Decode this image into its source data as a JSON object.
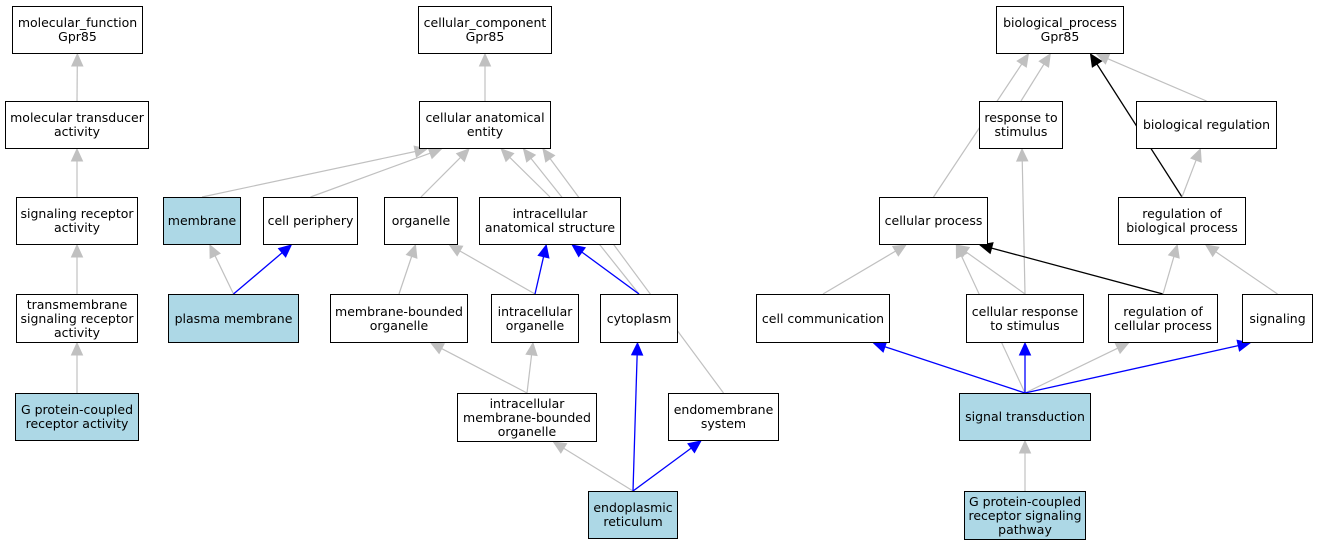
{
  "colors": {
    "highlight": "#add8e6",
    "edge_gray": "#c0c0c0",
    "edge_blue": "#0000ff",
    "edge_black": "#000000"
  },
  "nodes": {
    "mf": {
      "label": "molecular_function\nGpr85",
      "highlight": false
    },
    "mta": {
      "label": "molecular transducer\nactivity",
      "highlight": false
    },
    "sra": {
      "label": "signaling receptor\nactivity",
      "highlight": false
    },
    "tsra": {
      "label": "transmembrane\nsignaling receptor\nactivity",
      "highlight": false
    },
    "gpcra": {
      "label": "G protein-coupled\nreceptor activity",
      "highlight": true
    },
    "cc": {
      "label": "cellular_component\nGpr85",
      "highlight": false
    },
    "cae": {
      "label": "cellular anatomical\nentity",
      "highlight": false
    },
    "mem": {
      "label": "membrane",
      "highlight": true
    },
    "cp": {
      "label": "cell periphery",
      "highlight": false
    },
    "org": {
      "label": "organelle",
      "highlight": false
    },
    "ias": {
      "label": "intracellular\nanatomical structure",
      "highlight": false
    },
    "pm": {
      "label": "plasma membrane",
      "highlight": true
    },
    "mbo": {
      "label": "membrane-bounded\norganelle",
      "highlight": false
    },
    "io": {
      "label": "intracellular\norganelle",
      "highlight": false
    },
    "cyto": {
      "label": "cytoplasm",
      "highlight": false
    },
    "imbo": {
      "label": "intracellular\nmembrane-bounded\norganelle",
      "highlight": false
    },
    "ems": {
      "label": "endomembrane\nsystem",
      "highlight": false
    },
    "er": {
      "label": "endoplasmic\nreticulum",
      "highlight": true
    },
    "bp": {
      "label": "biological_process\nGpr85",
      "highlight": false
    },
    "rts": {
      "label": "response to\nstimulus",
      "highlight": false
    },
    "br": {
      "label": "biological regulation",
      "highlight": false
    },
    "cellp": {
      "label": "cellular process",
      "highlight": false
    },
    "rbp": {
      "label": "regulation of\nbiological process",
      "highlight": false
    },
    "ccom": {
      "label": "cell communication",
      "highlight": false
    },
    "crs": {
      "label": "cellular response\nto stimulus",
      "highlight": false
    },
    "rcp": {
      "label": "regulation of\ncellular process",
      "highlight": false
    },
    "sig": {
      "label": "signaling",
      "highlight": false
    },
    "st": {
      "label": "signal transduction",
      "highlight": true
    },
    "gpcrsp": {
      "label": "G protein-coupled\nreceptor signaling\npathway",
      "highlight": true
    }
  },
  "edges": [
    {
      "from": "mta",
      "to": "mf",
      "color": "gray"
    },
    {
      "from": "sra",
      "to": "mta",
      "color": "gray"
    },
    {
      "from": "tsra",
      "to": "sra",
      "color": "gray"
    },
    {
      "from": "gpcra",
      "to": "tsra",
      "color": "gray"
    },
    {
      "from": "cae",
      "to": "cc",
      "color": "gray"
    },
    {
      "from": "mem",
      "to": "cae",
      "color": "gray"
    },
    {
      "from": "cp",
      "to": "cae",
      "color": "gray"
    },
    {
      "from": "org",
      "to": "cae",
      "color": "gray"
    },
    {
      "from": "ias",
      "to": "cae",
      "color": "gray"
    },
    {
      "from": "cyto",
      "to": "cae",
      "color": "gray"
    },
    {
      "from": "ems",
      "to": "cae",
      "color": "gray"
    },
    {
      "from": "pm",
      "to": "mem",
      "color": "gray"
    },
    {
      "from": "pm",
      "to": "cp",
      "color": "blue"
    },
    {
      "from": "mbo",
      "to": "org",
      "color": "gray"
    },
    {
      "from": "io",
      "to": "org",
      "color": "gray"
    },
    {
      "from": "io",
      "to": "ias",
      "color": "blue"
    },
    {
      "from": "cyto",
      "to": "ias",
      "color": "blue"
    },
    {
      "from": "imbo",
      "to": "mbo",
      "color": "gray"
    },
    {
      "from": "imbo",
      "to": "io",
      "color": "gray"
    },
    {
      "from": "er",
      "to": "imbo",
      "color": "gray"
    },
    {
      "from": "er",
      "to": "cyto",
      "color": "blue"
    },
    {
      "from": "er",
      "to": "ems",
      "color": "blue"
    },
    {
      "from": "cellp",
      "to": "bp",
      "color": "gray"
    },
    {
      "from": "rts",
      "to": "bp",
      "color": "gray"
    },
    {
      "from": "br",
      "to": "bp",
      "color": "gray"
    },
    {
      "from": "rbp",
      "to": "bp",
      "color": "black"
    },
    {
      "from": "rbp",
      "to": "br",
      "color": "gray"
    },
    {
      "from": "ccom",
      "to": "cellp",
      "color": "gray"
    },
    {
      "from": "crs",
      "to": "cellp",
      "color": "gray"
    },
    {
      "from": "crs",
      "to": "rts",
      "color": "gray"
    },
    {
      "from": "rcp",
      "to": "cellp",
      "color": "black"
    },
    {
      "from": "rcp",
      "to": "rbp",
      "color": "gray"
    },
    {
      "from": "sig",
      "to": "rbp",
      "color": "gray"
    },
    {
      "from": "st",
      "to": "cellp",
      "color": "gray"
    },
    {
      "from": "st",
      "to": "ccom",
      "color": "blue"
    },
    {
      "from": "st",
      "to": "crs",
      "color": "blue"
    },
    {
      "from": "st",
      "to": "rcp",
      "color": "gray"
    },
    {
      "from": "st",
      "to": "sig",
      "color": "blue"
    },
    {
      "from": "gpcrsp",
      "to": "st",
      "color": "gray"
    }
  ]
}
